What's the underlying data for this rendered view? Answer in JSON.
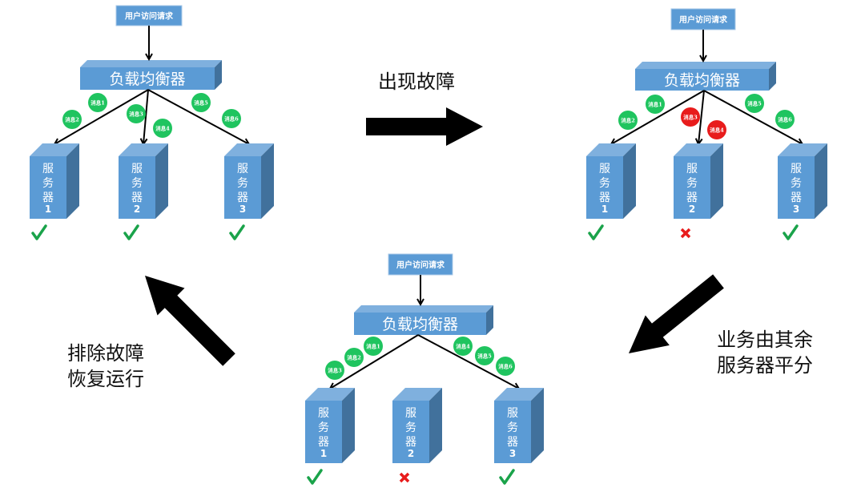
{
  "colors": {
    "box_front": "#5B9BD5",
    "box_top": "#7FB0DE",
    "box_side": "#41719C",
    "box_border": "#A9C9E8",
    "message_ok": "#1FC45F",
    "message_fail": "#E81C1C",
    "status_ok": "#1AA34A",
    "status_fail": "#E81C1C",
    "arrow": "#000000"
  },
  "labels": {
    "request": "用户访问请求",
    "load_balancer": "负载均衡器",
    "server_word": [
      "服",
      "务",
      "器"
    ]
  },
  "diagrams": [
    {
      "id": "normal",
      "servers": [
        {
          "number": "1",
          "status": "ok"
        },
        {
          "number": "2",
          "status": "ok"
        },
        {
          "number": "3",
          "status": "ok"
        }
      ],
      "links": [
        1,
        2,
        3
      ],
      "messages": [
        {
          "label": "消息1",
          "target": 1,
          "state": "ok"
        },
        {
          "label": "消息2",
          "target": 1,
          "state": "ok"
        },
        {
          "label": "消息3",
          "target": 2,
          "state": "ok"
        },
        {
          "label": "消息4",
          "target": 2,
          "state": "ok"
        },
        {
          "label": "消息5",
          "target": 3,
          "state": "ok"
        },
        {
          "label": "消息6",
          "target": 3,
          "state": "ok"
        }
      ]
    },
    {
      "id": "fault",
      "servers": [
        {
          "number": "1",
          "status": "ok"
        },
        {
          "number": "2",
          "status": "fail"
        },
        {
          "number": "3",
          "status": "ok"
        }
      ],
      "links": [
        1,
        2,
        3
      ],
      "messages": [
        {
          "label": "消息1",
          "target": 1,
          "state": "ok"
        },
        {
          "label": "消息2",
          "target": 1,
          "state": "ok"
        },
        {
          "label": "消息3",
          "target": 2,
          "state": "fail"
        },
        {
          "label": "消息4",
          "target": 2,
          "state": "fail"
        },
        {
          "label": "消息5",
          "target": 3,
          "state": "ok"
        },
        {
          "label": "消息6",
          "target": 3,
          "state": "ok"
        }
      ]
    },
    {
      "id": "rebalanced",
      "servers": [
        {
          "number": "1",
          "status": "ok"
        },
        {
          "number": "2",
          "status": "fail"
        },
        {
          "number": "3",
          "status": "ok"
        }
      ],
      "links": [
        1,
        3
      ],
      "messages": [
        {
          "label": "消息1",
          "target": 1,
          "state": "ok"
        },
        {
          "label": "消息2",
          "target": 1,
          "state": "ok"
        },
        {
          "label": "消息3",
          "target": 1,
          "state": "ok"
        },
        {
          "label": "消息4",
          "target": 3,
          "state": "ok"
        },
        {
          "label": "消息5",
          "target": 3,
          "state": "ok"
        },
        {
          "label": "消息6",
          "target": 3,
          "state": "ok"
        }
      ]
    }
  ],
  "transitions": [
    {
      "id": "to-fault",
      "direction": "right",
      "caption": [
        "出现故障"
      ]
    },
    {
      "id": "to-rebalanced",
      "direction": "down-left",
      "caption": [
        "业务由其余",
        "服务器平分"
      ]
    },
    {
      "id": "to-normal",
      "direction": "up-left",
      "caption": [
        "排除故障",
        "恢复运行"
      ]
    }
  ],
  "status_icons": {
    "ok": "checkmark-icon",
    "fail": "cross-icon"
  }
}
